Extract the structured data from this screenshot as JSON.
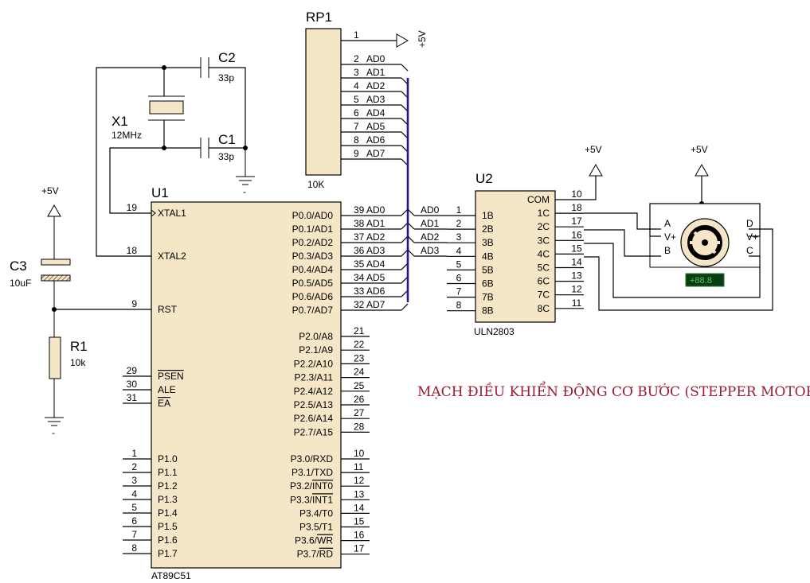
{
  "title": "MẠCH ĐIỀU KHIỂN ĐỘNG CƠ BƯỚC (STEPPER MOTOR)",
  "components": {
    "rp1": {
      "ref": "RP1",
      "value": "10K",
      "pin1": "1",
      "supply": "+5V",
      "pins": [
        {
          "num": "2",
          "net": "AD0"
        },
        {
          "num": "3",
          "net": "AD1"
        },
        {
          "num": "4",
          "net": "AD2"
        },
        {
          "num": "5",
          "net": "AD3"
        },
        {
          "num": "6",
          "net": "AD4"
        },
        {
          "num": "7",
          "net": "AD5"
        },
        {
          "num": "8",
          "net": "AD6"
        },
        {
          "num": "9",
          "net": "AD7"
        }
      ]
    },
    "c1": {
      "ref": "C1",
      "value": "33p"
    },
    "c2": {
      "ref": "C2",
      "value": "33p"
    },
    "c3": {
      "ref": "C3",
      "value": "10uF"
    },
    "x1": {
      "ref": "X1",
      "value": "12MHz"
    },
    "r1": {
      "ref": "R1",
      "value": "10k"
    },
    "supply_c3": "+5V",
    "gnd": "-",
    "u1": {
      "ref": "U1",
      "part": "AT89C51",
      "left_pins": [
        {
          "num": "19",
          "name": "XTAL1"
        },
        {
          "num": "18",
          "name": "XTAL2"
        },
        {
          "num": "9",
          "name": "RST"
        },
        {
          "num": "29",
          "name": "PSEN"
        },
        {
          "num": "30",
          "name": "ALE"
        },
        {
          "num": "31",
          "name": "EA"
        },
        {
          "num": "1",
          "name": "P1.0"
        },
        {
          "num": "2",
          "name": "P1.1"
        },
        {
          "num": "3",
          "name": "P1.2"
        },
        {
          "num": "4",
          "name": "P1.3"
        },
        {
          "num": "5",
          "name": "P1.4"
        },
        {
          "num": "6",
          "name": "P1.5"
        },
        {
          "num": "7",
          "name": "P1.6"
        },
        {
          "num": "8",
          "name": "P1.7"
        }
      ],
      "right_pins": [
        {
          "num": "39",
          "name": "P0.0/AD0",
          "net": "AD0"
        },
        {
          "num": "38",
          "name": "P0.1/AD1",
          "net": "AD1"
        },
        {
          "num": "37",
          "name": "P0.2/AD2",
          "net": "AD2"
        },
        {
          "num": "36",
          "name": "P0.3/AD3",
          "net": "AD3"
        },
        {
          "num": "35",
          "name": "P0.4/AD4",
          "net": "AD4"
        },
        {
          "num": "34",
          "name": "P0.5/AD5",
          "net": "AD5"
        },
        {
          "num": "33",
          "name": "P0.6/AD6",
          "net": "AD6"
        },
        {
          "num": "32",
          "name": "P0.7/AD7",
          "net": "AD7"
        },
        {
          "num": "21",
          "name": "P2.0/A8"
        },
        {
          "num": "22",
          "name": "P2.1/A9"
        },
        {
          "num": "23",
          "name": "P2.2/A10"
        },
        {
          "num": "24",
          "name": "P2.3/A11"
        },
        {
          "num": "25",
          "name": "P2.4/A12"
        },
        {
          "num": "26",
          "name": "P2.5/A13"
        },
        {
          "num": "27",
          "name": "P2.6/A14"
        },
        {
          "num": "28",
          "name": "P2.7/A15"
        },
        {
          "num": "10",
          "name": "P3.0/RXD"
        },
        {
          "num": "11",
          "name": "P3.1/TXD"
        },
        {
          "num": "12",
          "name": "P3.2/INT0"
        },
        {
          "num": "13",
          "name": "P3.3/INT1"
        },
        {
          "num": "14",
          "name": "P3.4/T0"
        },
        {
          "num": "15",
          "name": "P3.5/T1"
        },
        {
          "num": "16",
          "name": "P3.6/WR"
        },
        {
          "num": "17",
          "name": "P3.7/RD"
        }
      ]
    },
    "u2": {
      "ref": "U2",
      "part": "ULN2803",
      "left_pins": [
        {
          "num": "1",
          "name": "1B",
          "net": "AD0"
        },
        {
          "num": "2",
          "name": "2B",
          "net": "AD1"
        },
        {
          "num": "3",
          "name": "3B",
          "net": "AD2"
        },
        {
          "num": "4",
          "name": "4B",
          "net": "AD3"
        },
        {
          "num": "5",
          "name": "5B"
        },
        {
          "num": "6",
          "name": "6B"
        },
        {
          "num": "7",
          "name": "7B"
        },
        {
          "num": "8",
          "name": "8B"
        }
      ],
      "right_pins": [
        {
          "num": "10",
          "name": "COM"
        },
        {
          "num": "18",
          "name": "1C"
        },
        {
          "num": "17",
          "name": "2C"
        },
        {
          "num": "16",
          "name": "3C"
        },
        {
          "num": "15",
          "name": "4C"
        },
        {
          "num": "14",
          "name": "5C"
        },
        {
          "num": "13",
          "name": "6C"
        },
        {
          "num": "12",
          "name": "7C"
        },
        {
          "num": "11",
          "name": "8C"
        }
      ],
      "supply": "+5V"
    },
    "motor": {
      "terminals": [
        "A",
        "B",
        "C",
        "D",
        "V+",
        "V+"
      ],
      "readout": "+88.8",
      "supply": "+5V"
    }
  }
}
